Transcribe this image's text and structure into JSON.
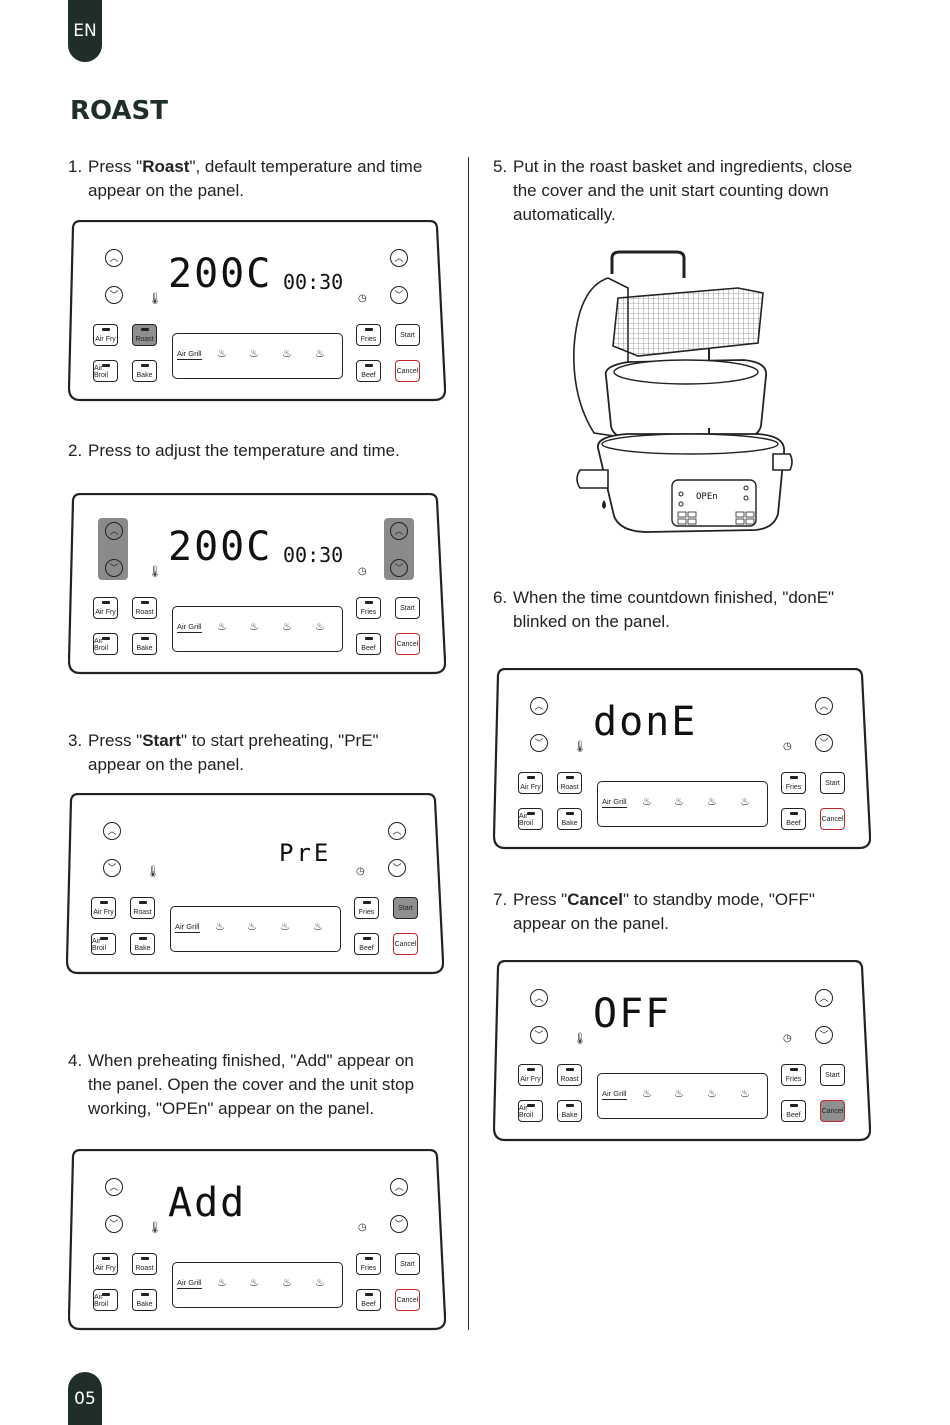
{
  "header": {
    "lang_tab": "EN",
    "title": "ROAST"
  },
  "footer": {
    "page_number": "05"
  },
  "steps": {
    "s1": {
      "num": "1.",
      "pre": "Press \"",
      "bold": "Roast",
      "post": "\", default temperature and time",
      "line2": "appear on the panel."
    },
    "s2": {
      "num": "2.",
      "text": "Press to adjust the temperature and time."
    },
    "s3": {
      "num": "3.",
      "pre": "Press \"",
      "bold": "Start",
      "post": "\" to start preheating, \"PrE\"",
      "line2": "appear on the panel."
    },
    "s4": {
      "num": "4.",
      "line1": "When preheating finished, \"Add\" appear on",
      "line2": "the panel. Open the cover and the unit stop",
      "line3": "working, \"OPEn\" appear on the panel."
    },
    "s5": {
      "num": "5.",
      "line1": "Put in the roast basket and ingredients, close",
      "line2": "the cover and the unit start counting down",
      "line3": "automatically."
    },
    "s6": {
      "num": "6.",
      "line1": "When the time countdown finished, \"donE\"",
      "line2": "blinked on the panel."
    },
    "s7": {
      "num": "7.",
      "pre": "Press \"",
      "bold": "Cancel",
      "post": "\" to standby mode, \"OFF\"",
      "line2": "appear on the panel."
    }
  },
  "panel_labels": {
    "air_fry": "Air Fry",
    "roast": "Roast",
    "air_broil": "Air Broil",
    "bake": "Bake",
    "fries": "Fries",
    "start": "Start",
    "beef": "Beef",
    "cancel": "Cancel",
    "air_grill": "Air Grill"
  },
  "panels": {
    "p1": {
      "main": "200C",
      "time": "00:30"
    },
    "p2": {
      "main": "200C",
      "time": "00:30"
    },
    "p3": {
      "main": "PrE",
      "time": ""
    },
    "p4": {
      "main": "Add",
      "time": ""
    },
    "p6": {
      "main": "donE",
      "time": ""
    },
    "p7": {
      "main": "OFF",
      "time": ""
    }
  },
  "unit_illustration": {
    "display_text": "OPEn"
  },
  "colors": {
    "dark_tab": "#1f2e2b",
    "highlight": "#8f8f8f",
    "cancel_red": "#c0262b"
  },
  "icons": {
    "up": "chevron-up-circle-icon",
    "down": "chevron-down-circle-icon",
    "temp": "thermometer-icon",
    "time": "clock-icon",
    "flame": "flame-icon"
  }
}
